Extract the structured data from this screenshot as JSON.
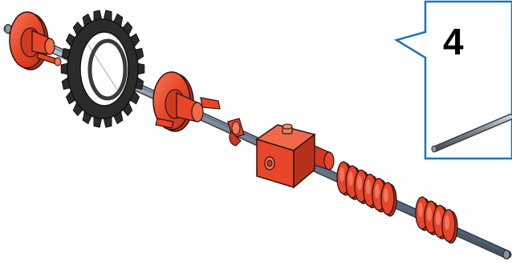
{
  "instruction": {
    "step_number": "4"
  },
  "colors": {
    "part_orange": "#e8452a",
    "part_orange_dark": "#a82d18",
    "part_orange_light": "#f27a5a",
    "gear_black": "#2b2b2b",
    "gear_highlight": "#5a5a5a",
    "axle_grey": "#6f7780",
    "axle_highlight": "#b8c4d0",
    "axle_blue_line": "#3c6fb8",
    "callout_border": "#1e73b8",
    "callout_fill": "#ffffff",
    "text": "#000000"
  },
  "parts": [
    {
      "name": "axle",
      "icon": "metal-axle"
    },
    {
      "name": "end-hub",
      "icon": "orange-hub-disc"
    },
    {
      "name": "crown-gear",
      "icon": "black-gear"
    },
    {
      "name": "hub-with-nut",
      "icon": "orange-hub-disc"
    },
    {
      "name": "clip",
      "icon": "orange-clip"
    },
    {
      "name": "building-block",
      "icon": "orange-cube"
    },
    {
      "name": "worm-gear",
      "icon": "orange-worm"
    },
    {
      "name": "worm-gear-2",
      "icon": "orange-worm"
    },
    {
      "name": "callout-axle",
      "icon": "metal-axle"
    }
  ]
}
